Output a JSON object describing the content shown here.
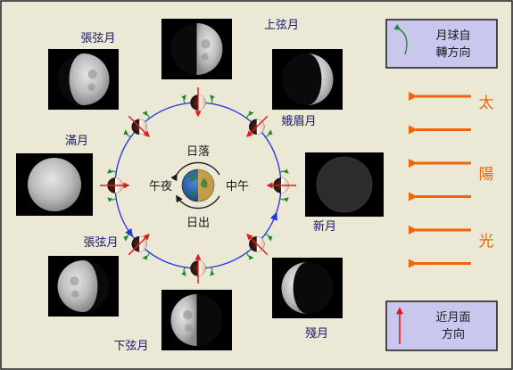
{
  "colors": {
    "background": "#ebe8d6",
    "border": "#1a1a1a",
    "orbit": "#2233ee",
    "sunlight": "#f0640a",
    "moon_arrow": "#e11818",
    "rotation_arrow": "#1b8c2a",
    "legend_bg": "#c9c7ee",
    "label": "#1a1a66",
    "sun_char": "#f0640a",
    "photo_bg": "#000000"
  },
  "earth_labels": {
    "sunset": "日落",
    "sunrise": "日出",
    "midnight": "午夜",
    "noon": "中午"
  },
  "legend_rotation": {
    "icon": "rotation-arrow-icon",
    "line1": "月球自",
    "line2": "轉方向"
  },
  "legend_near_side": {
    "icon": "red-arrow-icon",
    "line1": "近月面",
    "line2": "方向"
  },
  "sunlight_label": [
    "太",
    "陽",
    "光"
  ],
  "sunlight_arrow_count": 6,
  "phases": [
    {
      "id": "first-quarter",
      "label": "上弦月",
      "illumination": "right-half"
    },
    {
      "id": "waxing-crescent",
      "label": "娥眉月",
      "illumination": "right-crescent"
    },
    {
      "id": "new-moon",
      "label": "新月",
      "illumination": "none"
    },
    {
      "id": "waning-crescent",
      "label": "殘月",
      "illumination": "left-crescent"
    },
    {
      "id": "last-quarter",
      "label": "下弦月",
      "illumination": "left-half"
    },
    {
      "id": "waning-gibbous",
      "label": "張弦月",
      "illumination": "left-gibbous"
    },
    {
      "id": "full-moon",
      "label": "滿月",
      "illumination": "full"
    },
    {
      "id": "waxing-gibbous",
      "label": "張弦月",
      "illumination": "right-gibbous"
    }
  ]
}
